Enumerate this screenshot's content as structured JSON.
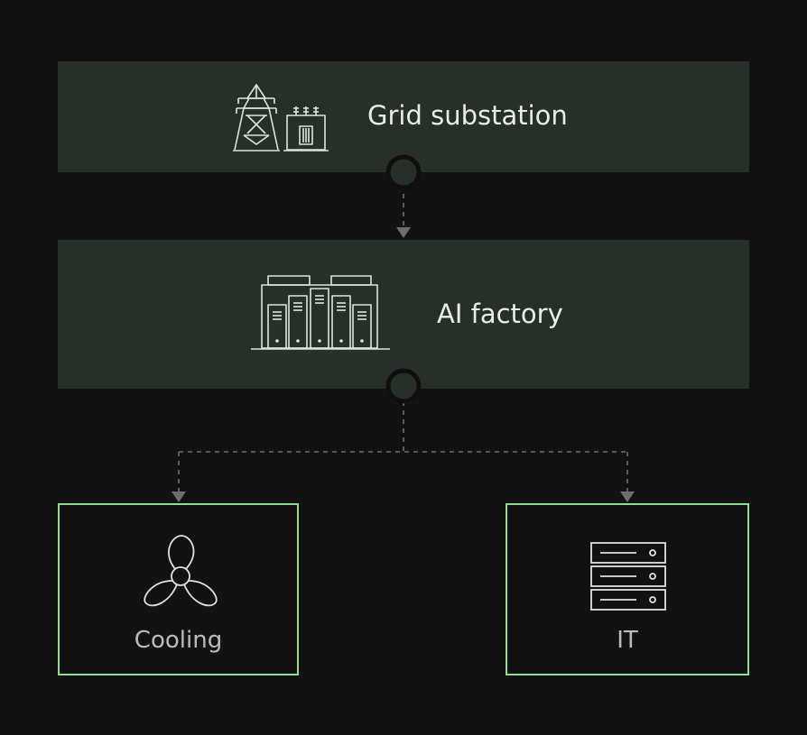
{
  "nodes": {
    "grid": {
      "label": "Grid substation",
      "icon": "power-tower-and-transformer-icon"
    },
    "factory": {
      "label": "AI factory",
      "icon": "server-racks-icon"
    },
    "cooling": {
      "label": "Cooling",
      "icon": "fan-icon"
    },
    "it": {
      "label": "IT",
      "icon": "server-stack-icon"
    }
  },
  "edges": [
    {
      "from": "grid",
      "to": "factory",
      "style": "dashed"
    },
    {
      "from": "factory",
      "to": "cooling",
      "style": "dashed"
    },
    {
      "from": "factory",
      "to": "it",
      "style": "dashed"
    }
  ],
  "colors": {
    "background": "#121212",
    "block_fill": "#263028",
    "leaf_border": "#8de08f",
    "connector": "#6e6e6e"
  }
}
